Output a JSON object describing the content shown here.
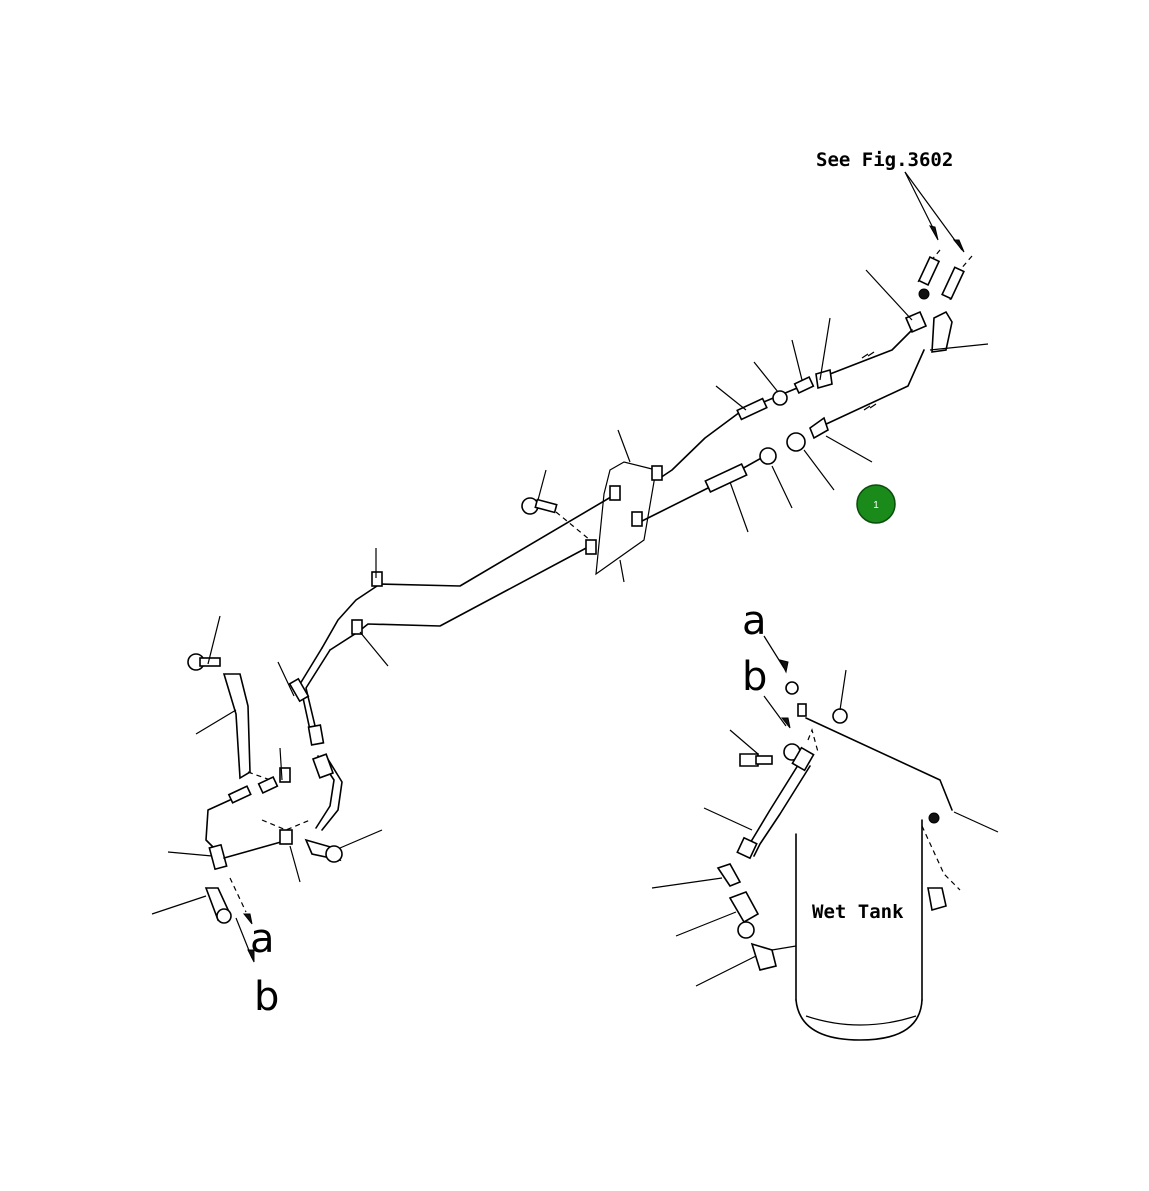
{
  "diagram": {
    "ref_label": "See Fig.3602",
    "tank_label": "Wet Tank",
    "marker_a": "a",
    "marker_b": "b",
    "callout": {
      "number": "1",
      "color": "#1a8a1a"
    }
  }
}
